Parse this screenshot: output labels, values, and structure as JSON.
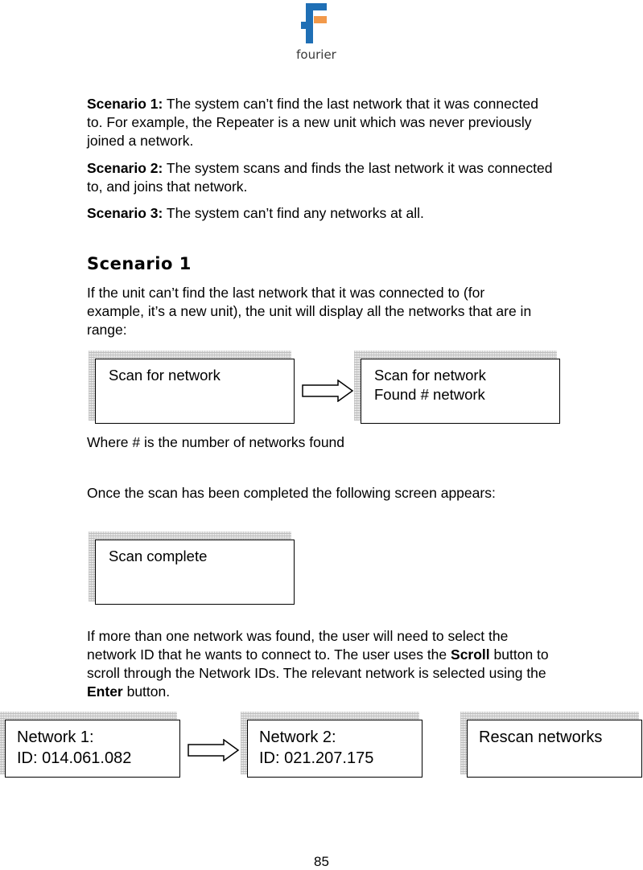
{
  "logo": {
    "text": "fourier",
    "brand_blue": "#1f6fb5",
    "brand_orange": "#f2994a"
  },
  "intro": {
    "s1_label": "Scenario 1:",
    "s1_text": " The system can’t find the last network that it was connected to. For example, the Repeater is a new unit which was never previously joined a network.",
    "s2_label": "Scenario 2:",
    "s2_text": " The system scans and finds the last network it was connected to, and joins that network.",
    "s3_label": "Scenario 3:",
    "s3_text": " The system can’t find any networks at all."
  },
  "section": {
    "heading": "Scenario 1",
    "p1": "If the unit can’t find the last network that it was connected to (for example, it’s a new unit), the unit will display all the networks that are in range:",
    "screen_scan": {
      "line1": "Scan for network"
    },
    "screen_found": {
      "line1": "Scan for network",
      "line2": "Found # network"
    },
    "p2": "Where # is the number of networks found",
    "p3": "Once the scan has been completed the following screen appears:",
    "screen_complete": {
      "line1": "Scan complete"
    },
    "p4_a": "If more than one network was found, the user will need to select the network ID that he wants to connect to. The user uses the ",
    "p4_scroll": "Scroll",
    "p4_b": " button to scroll through the Network IDs. The relevant network is selected using the ",
    "p4_enter": "Enter",
    "p4_c": " button.",
    "screen_net1": {
      "line1": "Network 1:",
      "line2": "ID: 014.061.082"
    },
    "screen_net2": {
      "line1": "Network 2:",
      "line2": "ID: 021.207.175"
    },
    "screen_rescan": {
      "line1": "Rescan networks"
    }
  },
  "page_number": "85"
}
